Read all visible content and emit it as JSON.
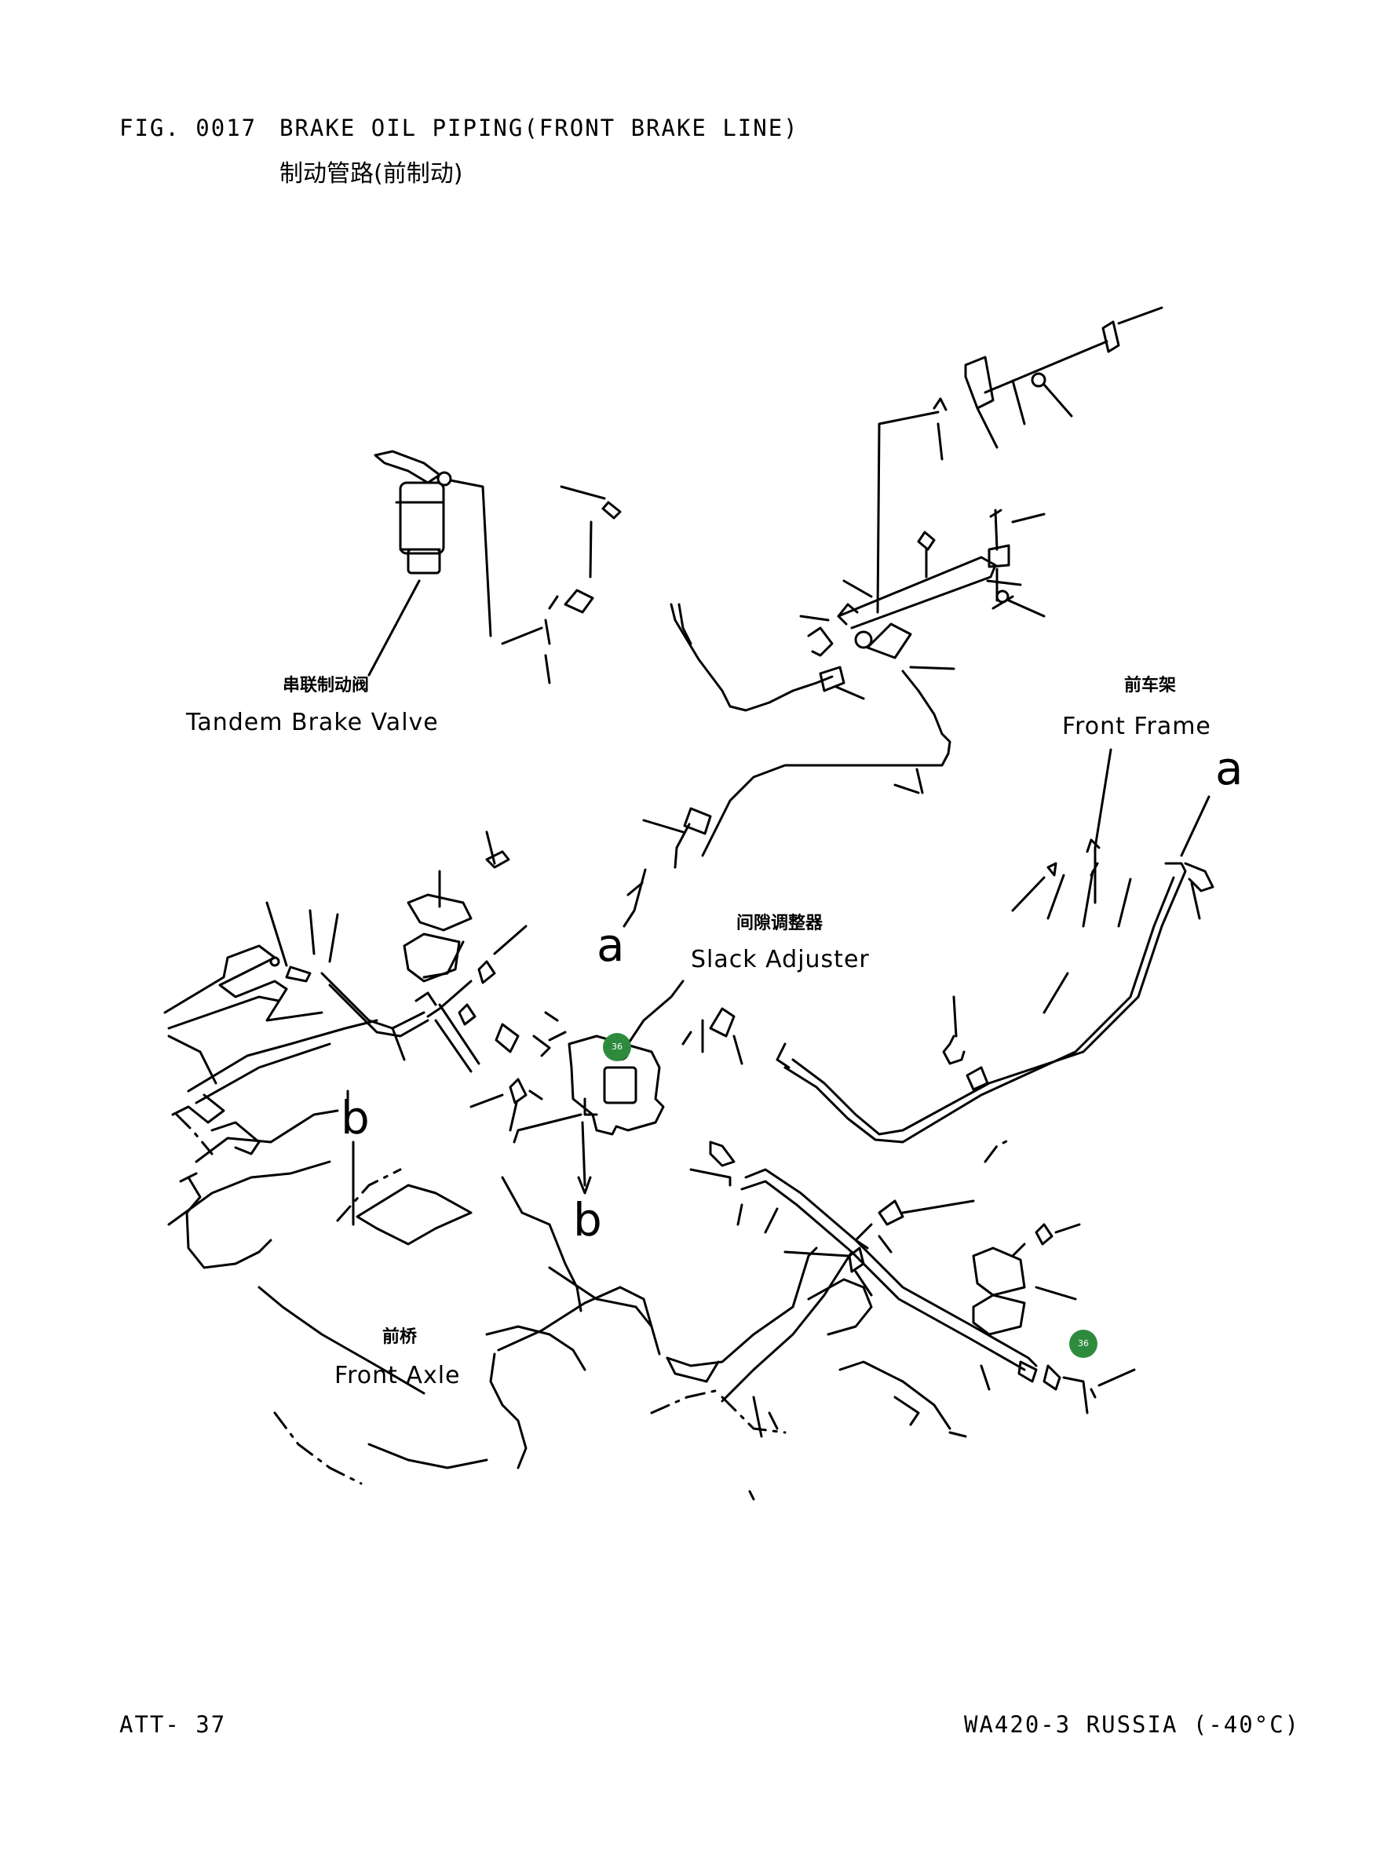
{
  "header": {
    "fig_no": "FIG. 0017",
    "title_en": "BRAKE OIL PIPING(FRONT BRAKE LINE)",
    "title_cn": "制动管路(前制动)"
  },
  "labels": {
    "tandem_brake_valve_cn": "串联制动阀",
    "tandem_brake_valve_en": "Tandem Brake Valve",
    "front_frame_cn": "前车架",
    "front_frame_en": "Front Frame",
    "slack_adjuster_cn": "间隙调整器",
    "slack_adjuster_en": "Slack Adjuster",
    "front_axle_cn": "前桥",
    "front_axle_en": "Front Axle",
    "ref_a": "a",
    "ref_b": "b"
  },
  "markers": [
    {
      "number": "36"
    },
    {
      "number": "36"
    }
  ],
  "footer": {
    "page": "ATT- 37",
    "model": "WA420-3 RUSSIA (-40°C)"
  },
  "colors": {
    "marker": "#2e8b3e",
    "line": "#000000"
  }
}
